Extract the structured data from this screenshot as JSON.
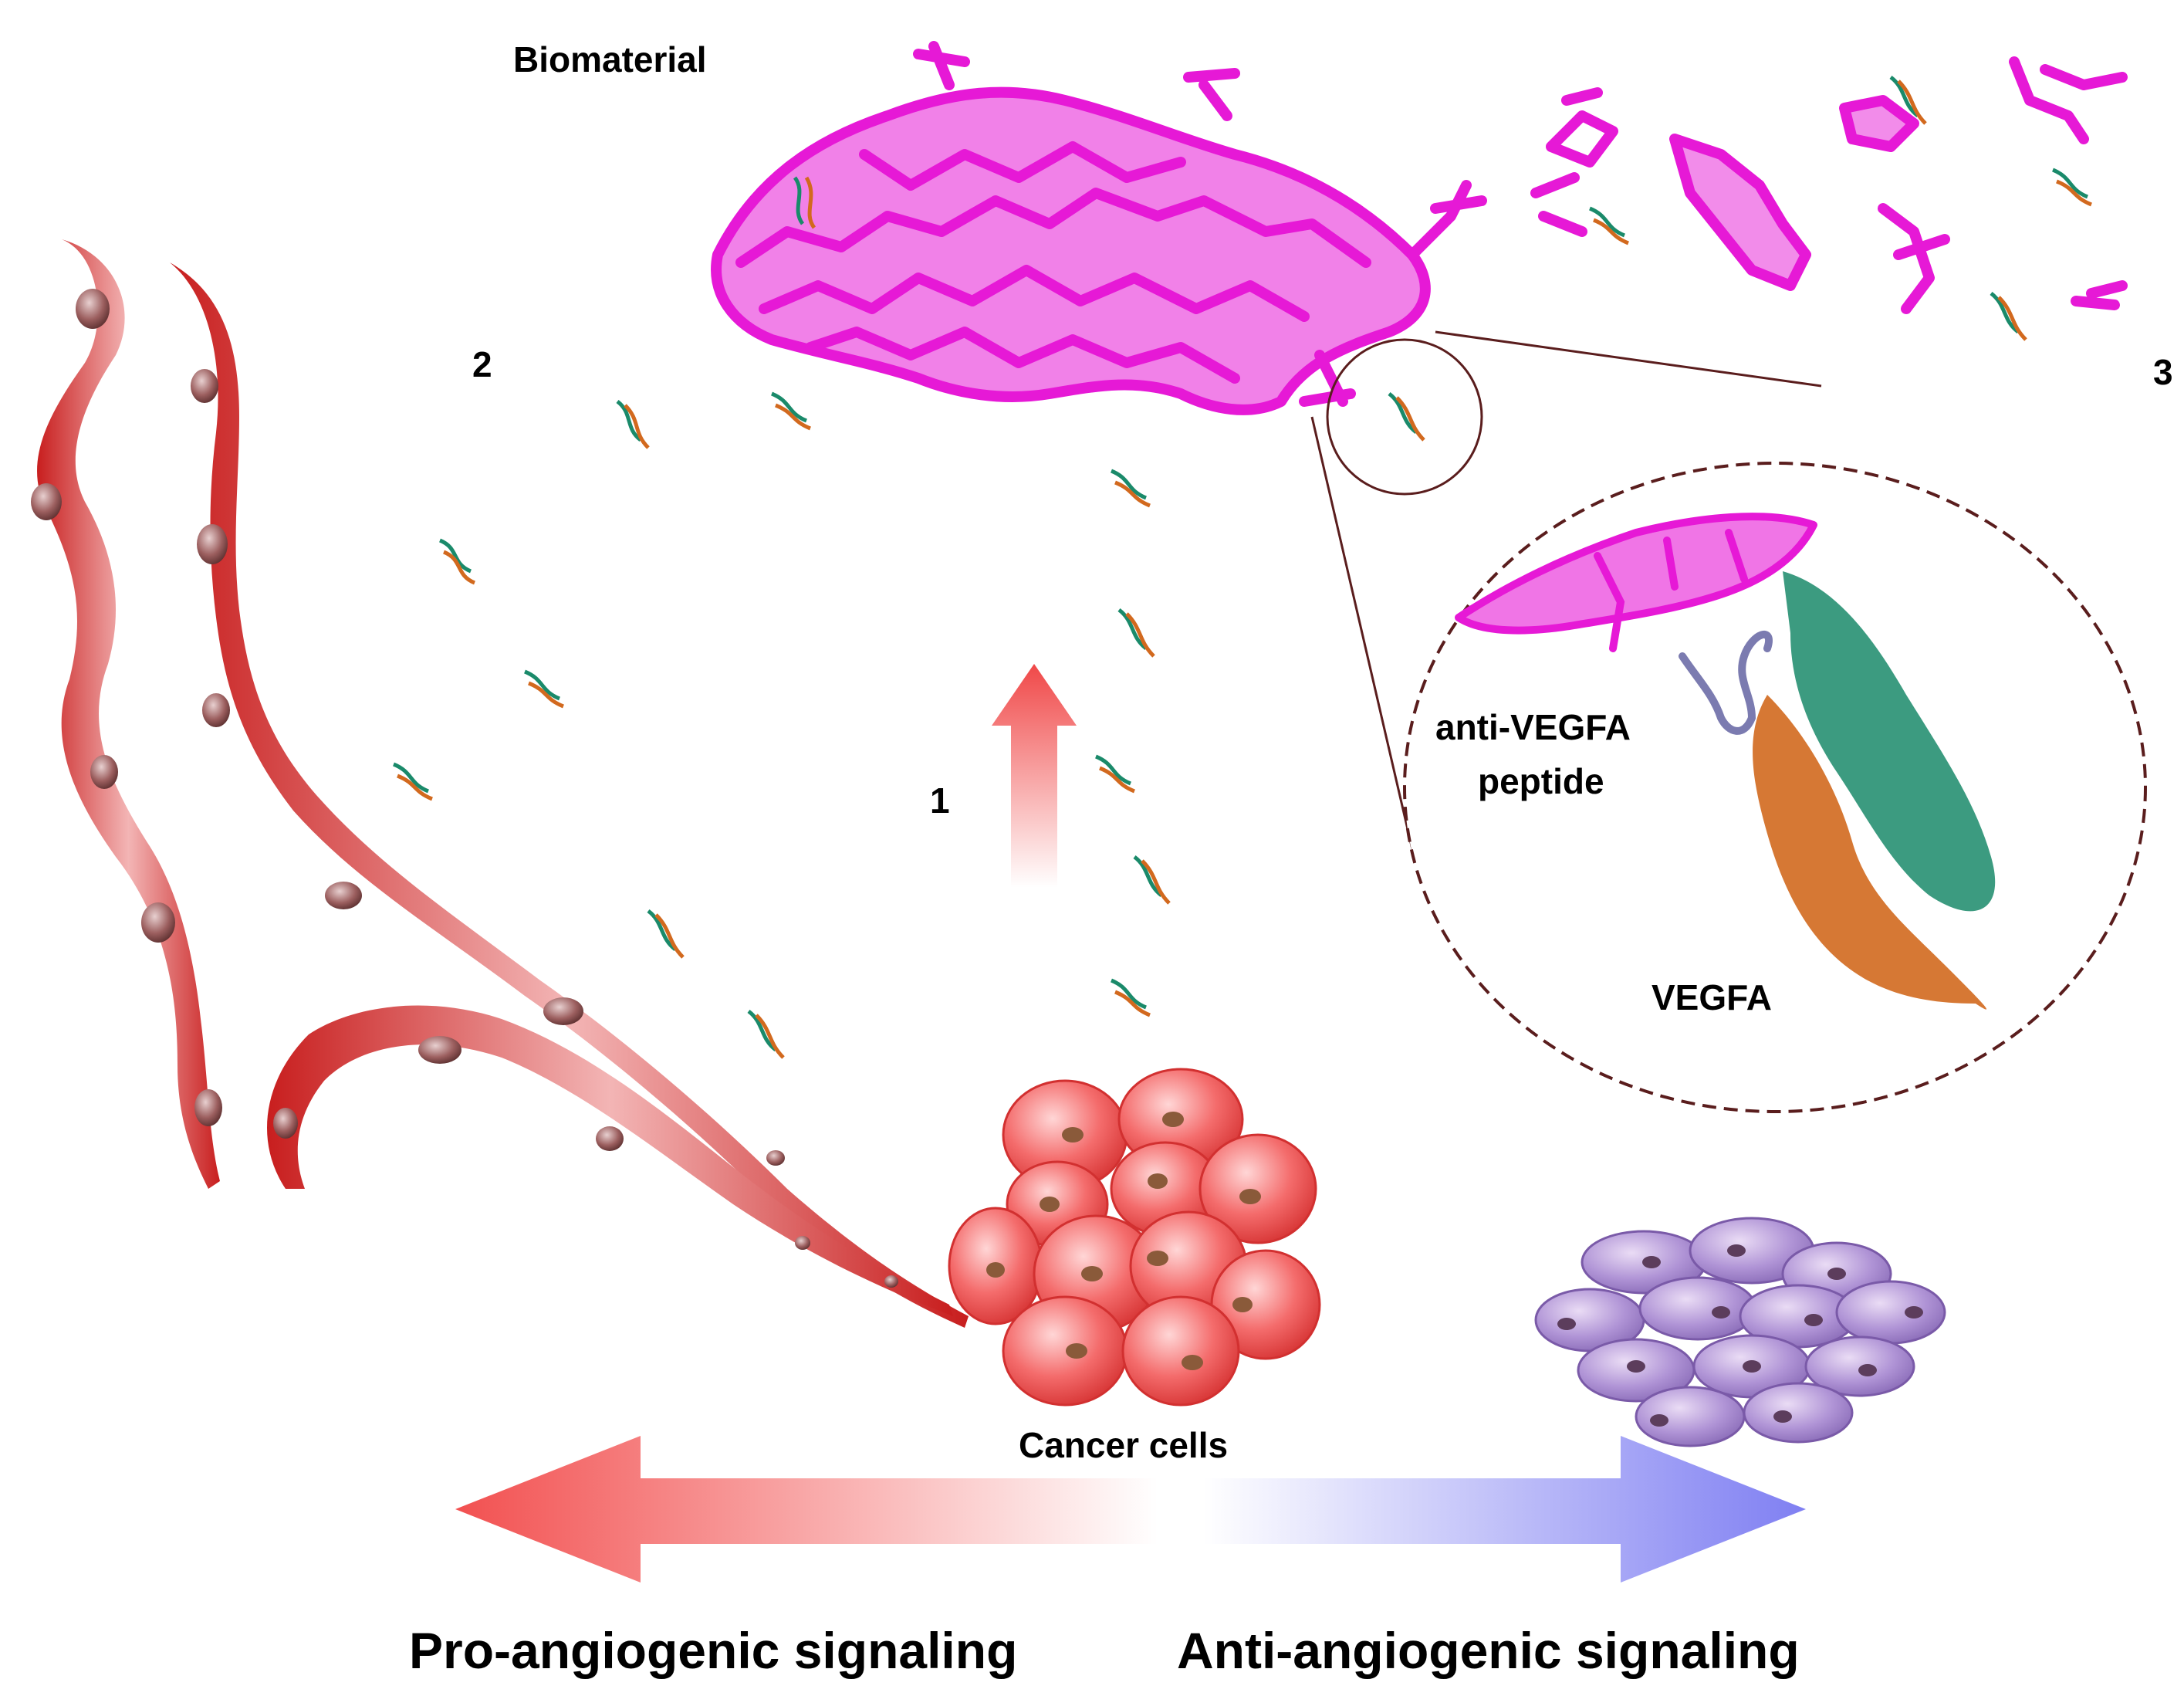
{
  "labels": {
    "biomaterial": "Biomaterial",
    "step1": "1",
    "step2": "2",
    "step3": "3",
    "peptide_line1": "anti-VEGFA",
    "peptide_line2": "peptide",
    "vegfa": "VEGFA",
    "cancer_cells": "Cancer cells",
    "pro_signal": "Pro-angiogenic signaling",
    "anti_signal": "Anti-angiogenic signaling"
  },
  "colors": {
    "biomaterial": "#e619d6",
    "vegfa_chain_a": "#d2691e",
    "vegfa_chain_b": "#1a8a6a",
    "peptide": "#7b7bb0",
    "cancer_cell": "#f06060",
    "quiescent_cell": "#a88ad0",
    "pro_arrow": "#f26060",
    "anti_arrow": "#8888f0",
    "vessel": "#d02828"
  }
}
